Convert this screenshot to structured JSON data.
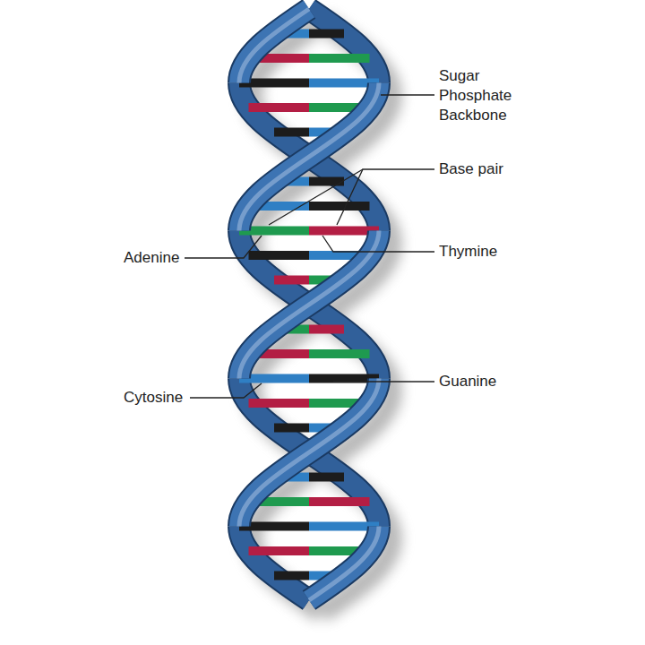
{
  "diagram": {
    "labels": [
      "Sugar Phosphate Backbone",
      "Base pair",
      "Adenine",
      "Thymine",
      "Cytosine",
      "Guanine"
    ]
  }
}
